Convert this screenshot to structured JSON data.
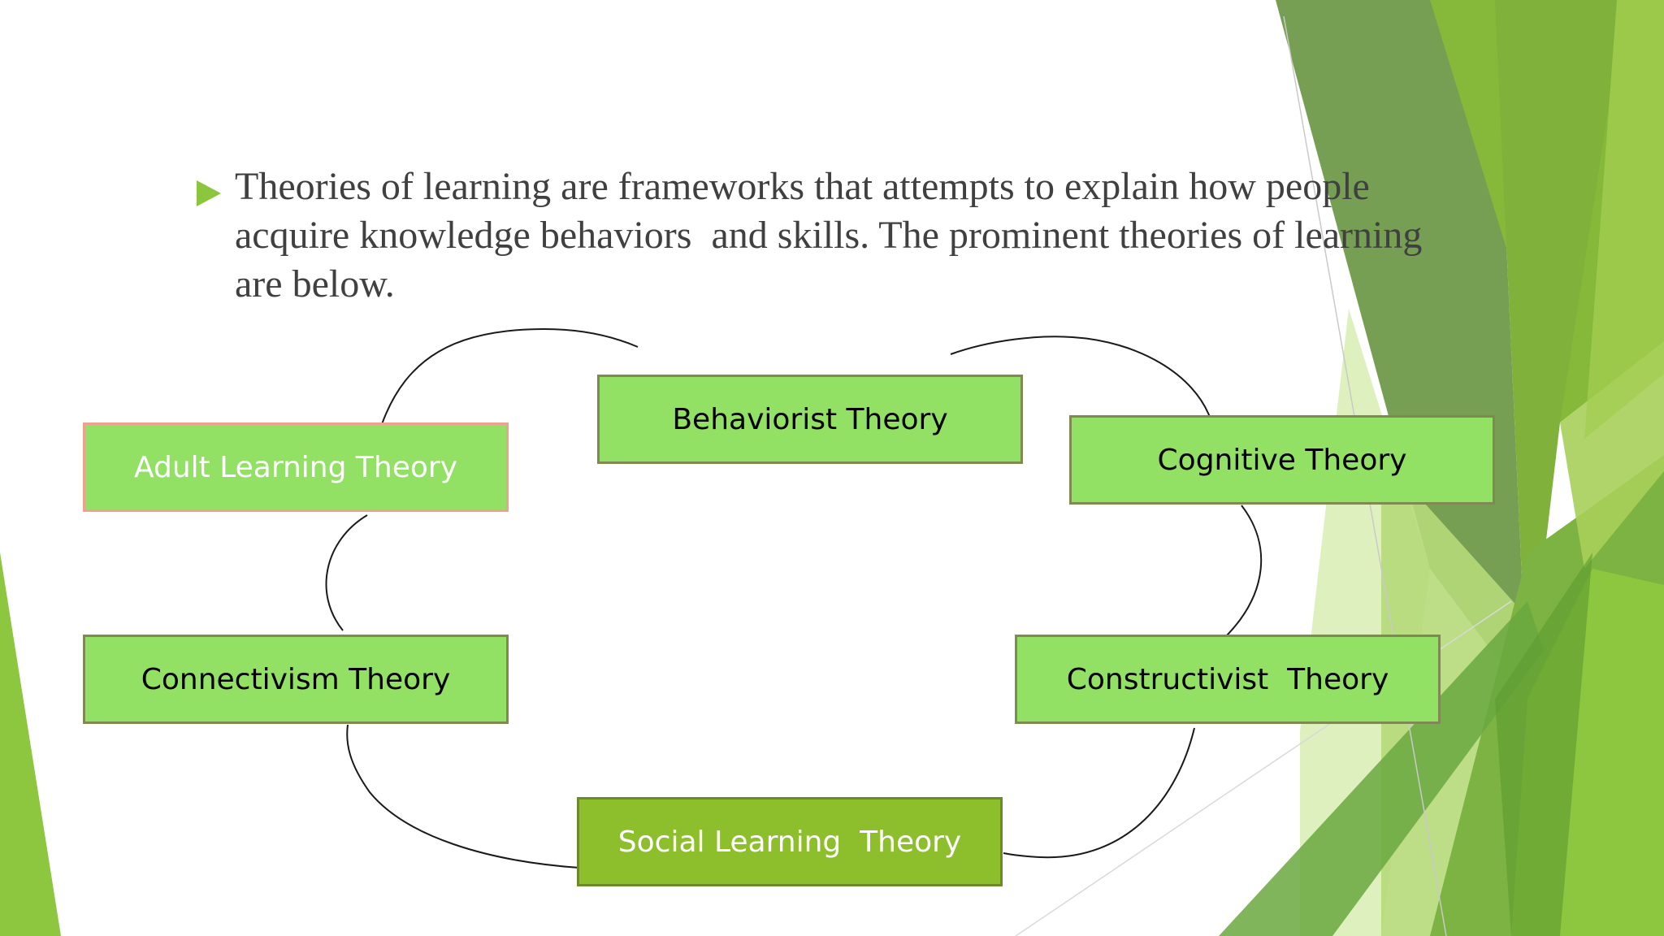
{
  "slide": {
    "bullet": {
      "text": "Theories of learning are frameworks that attempts to explain how people acquire knowledge behaviors  and skills. The prominent theories of learning are below."
    }
  },
  "diagram": {
    "nodes": {
      "adult": "Adult Learning Theory",
      "behaviorist": "Behaviorist Theory",
      "cognitive": "Cognitive Theory",
      "connectivism": "Connectivism Theory",
      "constructivist": "Constructivist  Theory",
      "social": "Social Learning  Theory"
    }
  },
  "colors": {
    "accent_green": "#8cc63f",
    "node_fill_light": "#92e064",
    "node_fill_dark": "#8dbf2c",
    "text_gray": "#404040"
  }
}
